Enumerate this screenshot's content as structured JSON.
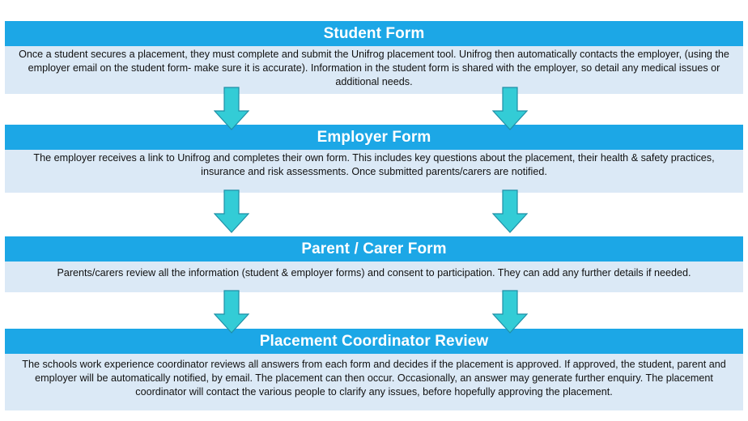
{
  "colors": {
    "header": "#1ca7e6",
    "body": "#dbe9f6",
    "arrow_fill": "#33ccd6",
    "arrow_stroke": "#1f8fa6"
  },
  "sections": [
    {
      "title": "Student Form",
      "text": "Once a student secures a placement, they must complete and submit the Unifrog placement tool. Unifrog then automatically contacts the employer, (using the employer email on the student form- make sure it is accurate). Information in the student form is shared with the employer, so detail any medical issues or additional needs."
    },
    {
      "title": "Employer Form",
      "text": "The employer receives a link to Unifrog and completes their own form. This includes key questions about the placement, their health & safety practices, insurance and risk assessments. Once submitted parents/carers are notified."
    },
    {
      "title": "Parent / Carer Form",
      "text": "Parents/carers review all the information (student & employer forms) and consent to participation. They can add any further details if needed."
    },
    {
      "title": "Placement Coordinator Review",
      "text": "The schools work experience coordinator reviews all answers from each form and decides if the placement is approved. If approved, the student, parent and employer will be automatically notified, by email. The placement can then occur. Occasionally, an answer may generate further enquiry. The placement coordinator will contact the various people to clarify any issues, before hopefully approving the placement."
    }
  ],
  "arrows": {
    "icon": "down-arrow-icon"
  }
}
